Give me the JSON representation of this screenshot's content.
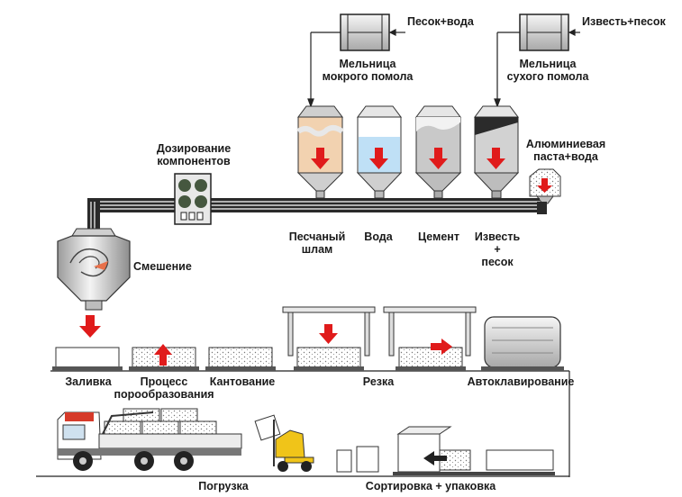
{
  "inputs": {
    "wet_feed": "Песок+вода",
    "dry_feed": "Известь+песок"
  },
  "mills": {
    "wet": "Мельница мокрого помола",
    "wet_line1": "Мельница",
    "wet_line2": "мокрого помола",
    "dry": "Мельница сухого помола",
    "dry_line1": "Мельница",
    "dry_line2": "сухого помола"
  },
  "dosing": {
    "line1": "Дозирование",
    "line2": "компонентов"
  },
  "aluminium": {
    "line1": "Алюминиевая",
    "line2": "паста+вода"
  },
  "silos": {
    "sand_slurry_1": "Песчаный",
    "sand_slurry_2": "шлам",
    "water": "Вода",
    "cement": "Цемент",
    "lime_1": "Известь",
    "lime_2": "+",
    "lime_3": "песок"
  },
  "mixing": "Смешение",
  "steps": {
    "casting": "Заливка",
    "foaming_1": "Процесс",
    "foaming_2": "порообразования",
    "tilting": "Кантование",
    "cutting": "Резка",
    "autoclave": "Автоклавирование",
    "loading": "Погрузка",
    "sorting": "Сортировка + упаковка"
  },
  "colors": {
    "arrow_red": "#e01b1b",
    "sand": "#f2d2b0",
    "water": "#bfe0f6",
    "cement": "#c9c9c9",
    "lime": "#d2d2d2",
    "forklift": "#f0c419",
    "truck_cab": "#d63a2a"
  }
}
